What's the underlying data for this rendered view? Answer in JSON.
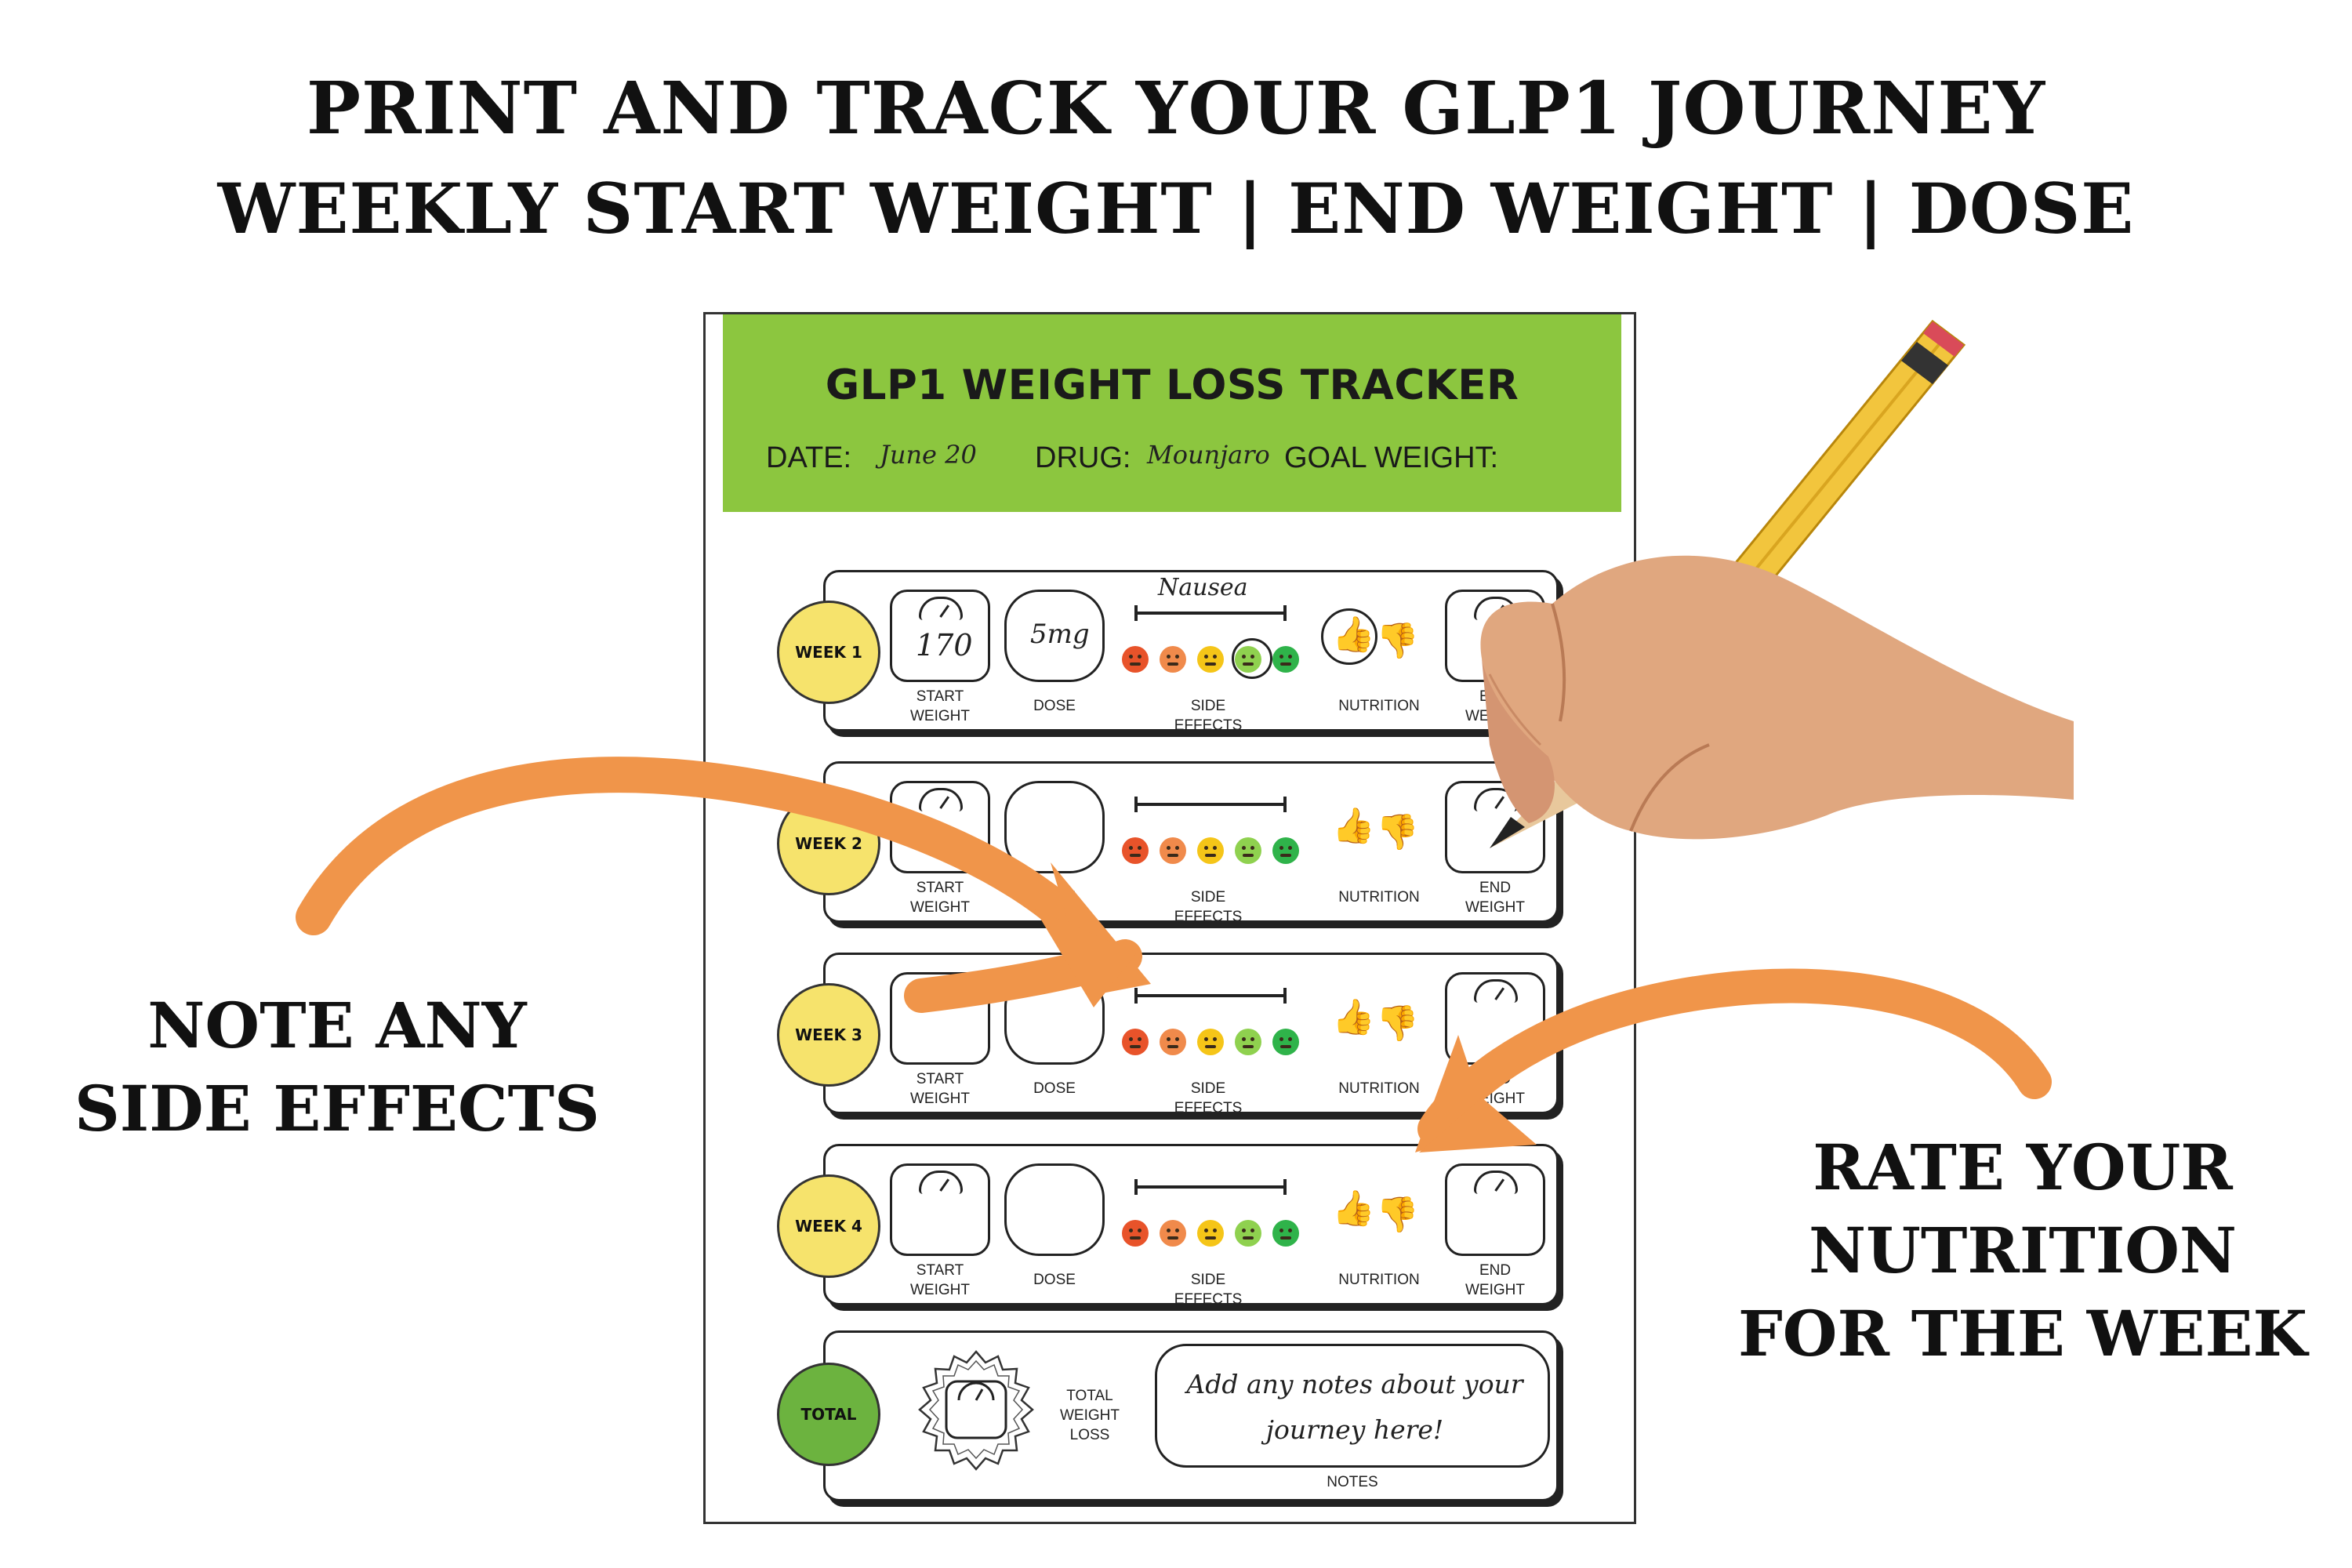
{
  "headline": {
    "line1": "PRINT AND TRACK YOUR GLP1 JOURNEY",
    "line2": "WEEKLY START WEIGHT | END WEIGHT | DOSE"
  },
  "callouts": {
    "left": "NOTE ANY\nSIDE EFFECTS",
    "right": "RATE YOUR\nNUTRITION\nFOR THE WEEK"
  },
  "tracker": {
    "title": "GLP1 WEIGHT LOSS TRACKER",
    "date_label": "DATE:",
    "date_value": "June 20",
    "drug_label": "DRUG:",
    "drug_value": "Mounjaro",
    "goal_label": "GOAL WEIGHT:",
    "labels": {
      "start": "START\nWEIGHT",
      "dose": "DOSE",
      "side_effects": "SIDE\nEFFECTS",
      "nutrition": "NUTRITION",
      "end": "END\nWEIGHT",
      "total_weight_loss": "TOTAL\nWEIGHT\nLOSS",
      "notes": "NOTES"
    },
    "weeks": [
      {
        "label": "WEEK 1",
        "start_weight": "170",
        "dose": "5mg",
        "side_effect_note": "Nausea"
      },
      {
        "label": "WEEK 2",
        "start_weight": "",
        "dose": "",
        "side_effect_note": ""
      },
      {
        "label": "WEEK 3",
        "start_weight": "",
        "dose": "",
        "side_effect_note": ""
      },
      {
        "label": "WEEK 4",
        "start_weight": "",
        "dose": "",
        "side_effect_note": ""
      }
    ],
    "total_label": "TOTAL",
    "notes_text": "Add any notes about your\njourney here!"
  },
  "colors": {
    "header_green": "#8cc63f",
    "week_yellow": "#f6e36c",
    "total_green": "#6cb33f",
    "arrow_orange": "#f0954a",
    "face_colors": [
      "#e8532a",
      "#f08a4b",
      "#f5c518",
      "#8fd14f",
      "#2fb34a"
    ]
  },
  "icons": [
    "scale-icon",
    "smiley-rating-icon",
    "thumbs-up-icon",
    "thumbs-down-icon",
    "pencil-icon",
    "hand-icon",
    "curved-arrow-icon"
  ]
}
